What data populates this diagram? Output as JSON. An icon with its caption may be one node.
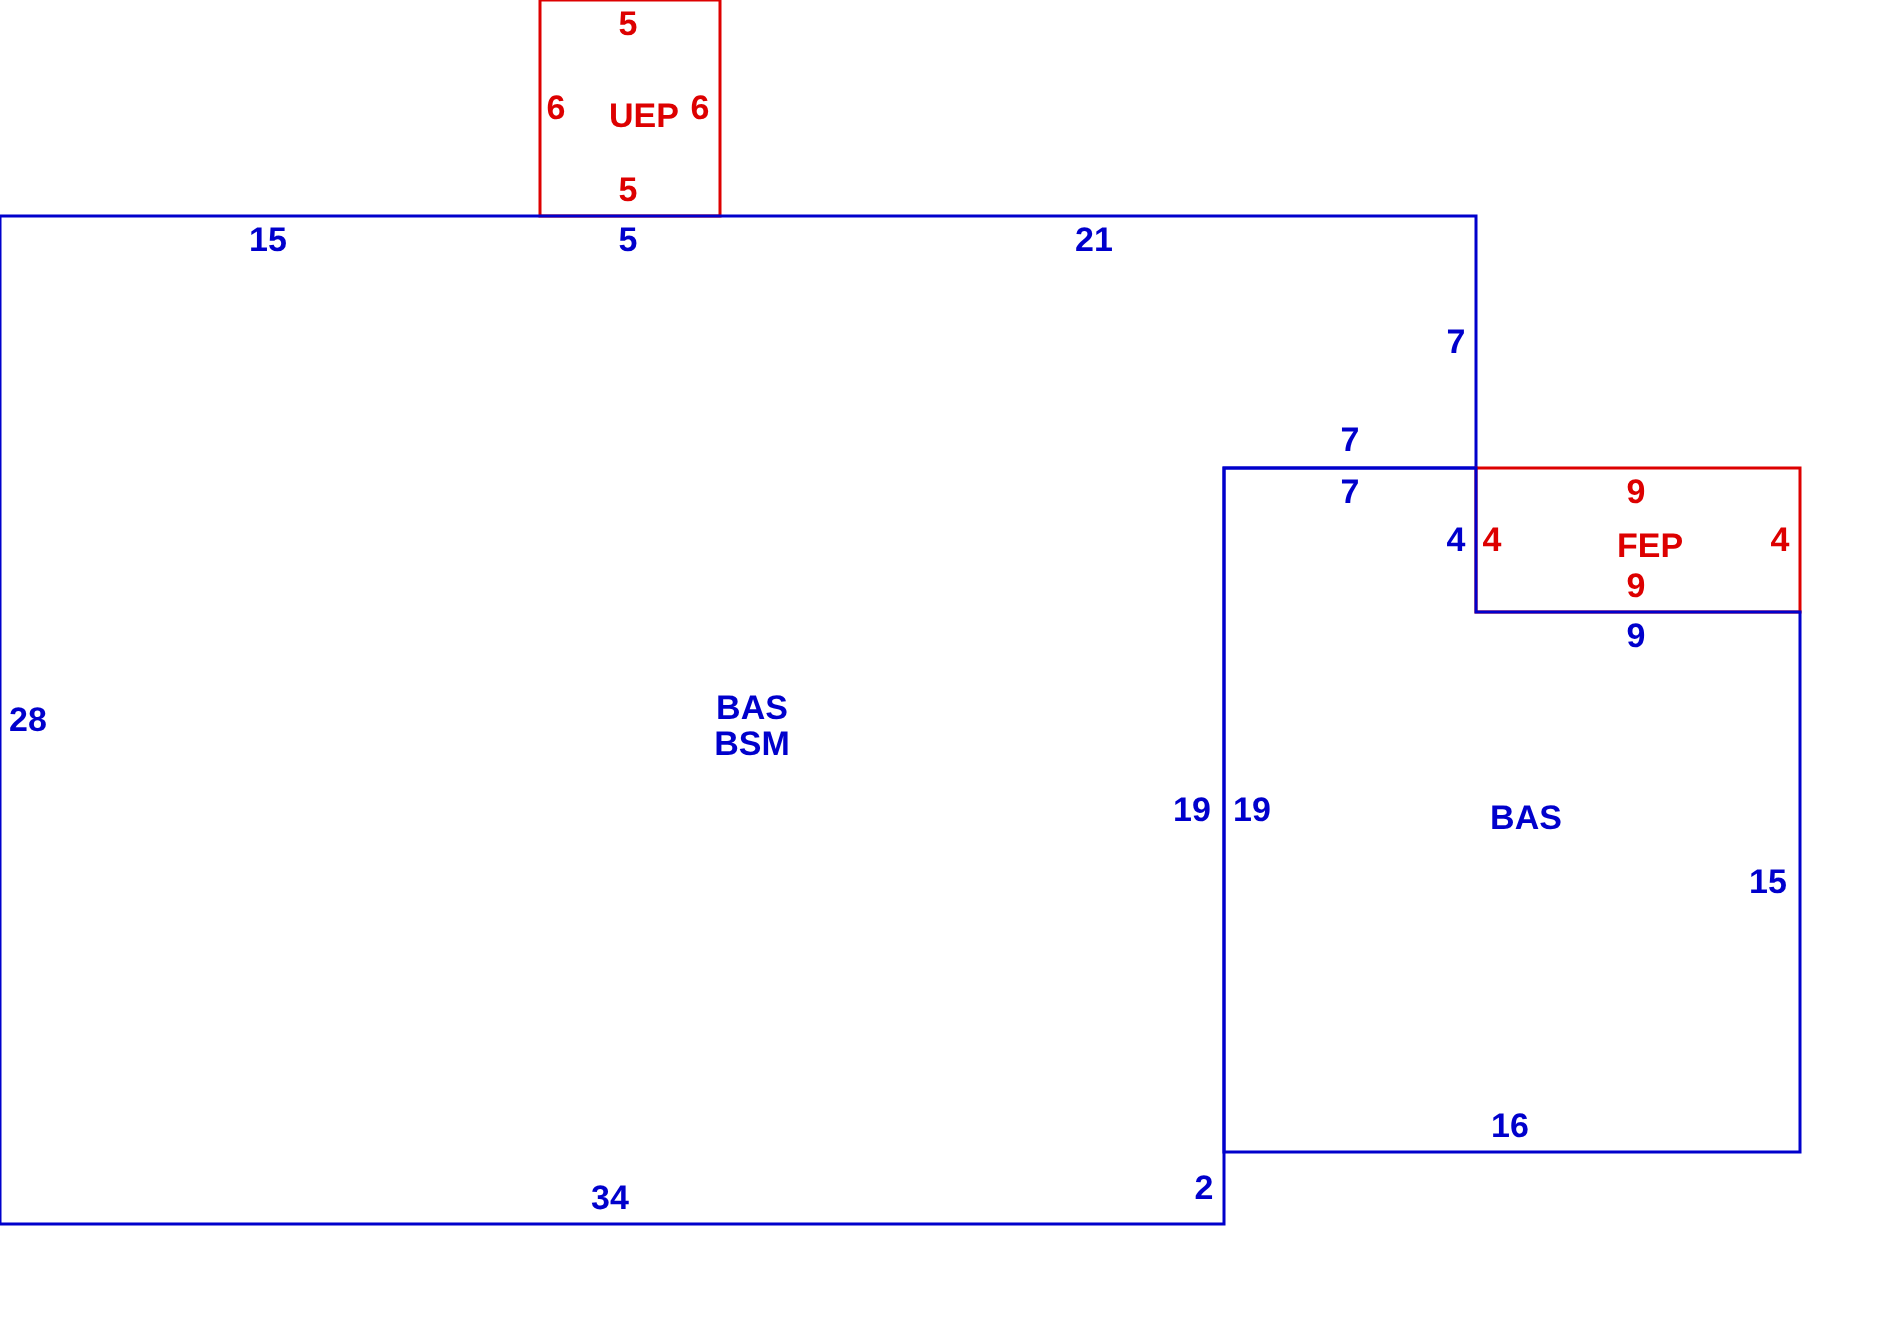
{
  "diagram": {
    "nodes": [
      {
        "text": [
          "UEP"
        ]
      },
      {
        "text": [
          "BAS",
          "BSM"
        ]
      },
      {
        "text": [
          "FEP"
        ]
      },
      {
        "text": [
          "BAS"
        ]
      }
    ],
    "labels": [
      "5",
      "6",
      "6",
      "5",
      "15",
      "5",
      "21",
      "7",
      "7",
      "7",
      "9",
      "4",
      "4",
      "4",
      "9",
      "9",
      "28",
      "19",
      "19",
      "15",
      "16",
      "2",
      "34"
    ]
  }
}
